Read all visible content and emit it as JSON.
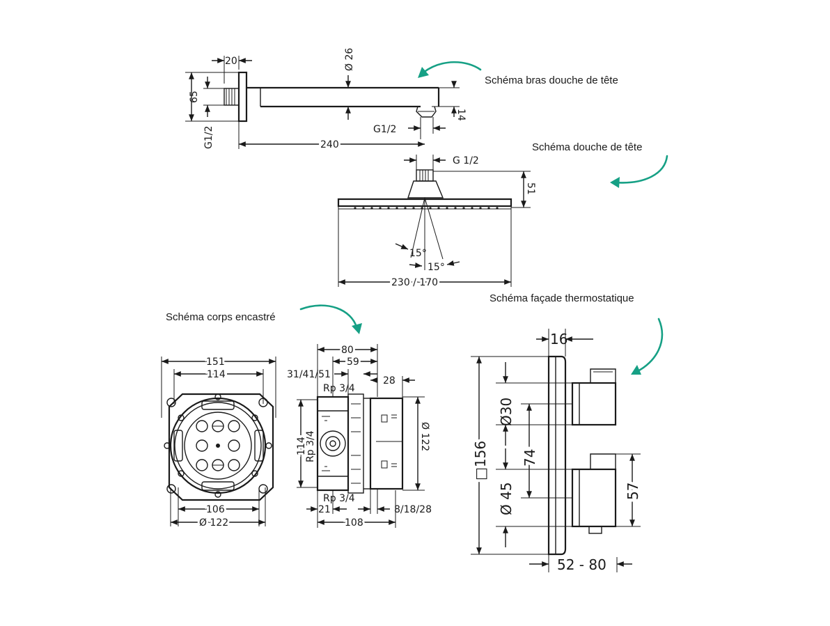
{
  "labels": {
    "arm": "Schéma bras douche de tête",
    "head": "Schéma douche de tête",
    "body": "Schéma corps encastré",
    "facade": "Schéma façade thermostatique"
  },
  "arm_dims": {
    "d20": "20",
    "d26": "Ø 26",
    "d65": "65",
    "g12_left": "G1/2",
    "d14": "14",
    "g12_right": "G1/2",
    "d240": "240"
  },
  "head_dims": {
    "g12": "G 1/2",
    "d51": "51",
    "a15a": "15°",
    "a15b": "15°",
    "d230": "230 / 170"
  },
  "body_dims": {
    "d151": "151",
    "d114": "114",
    "d106": "106",
    "d122": "Ø 122",
    "d80": "80",
    "d59": "59",
    "d314151": "31/41/51",
    "d28": "28",
    "rp1": "Rp 3/4",
    "rp2": "Rp 3/4",
    "rp3": "Rp 3/4",
    "d114v": "114",
    "d122v": "Ø 122",
    "d21": "21",
    "d81828": "8/18/28",
    "d108": "108"
  },
  "facade_dims": {
    "d16": "16",
    "d156": "□156",
    "d30": "Ø30",
    "d74": "74",
    "d45": "Ø 45",
    "d57": "57",
    "d5280": "52 - 80"
  }
}
